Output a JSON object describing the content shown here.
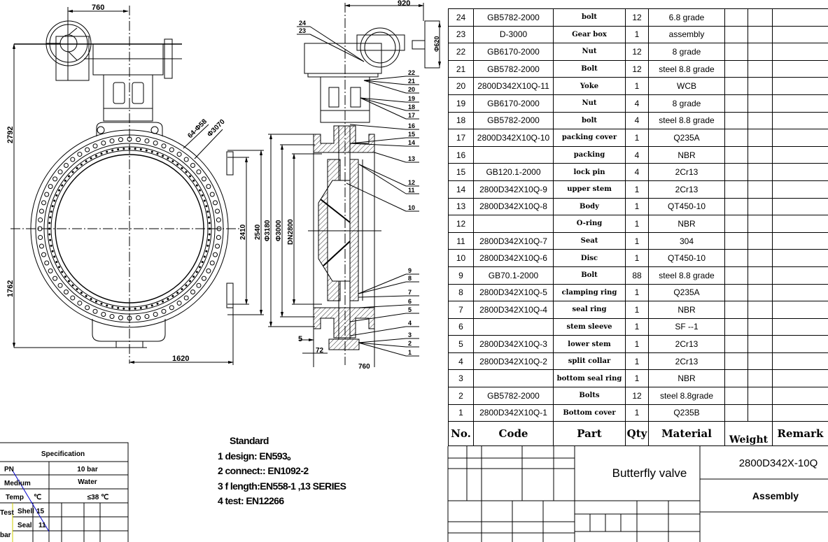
{
  "front_view": {
    "dims": {
      "top_width": "760",
      "height_upper": "2792",
      "height_lower": "1762",
      "half_width": "1620",
      "bolt_holes": "64-Φ58",
      "bolt_circle": "Φ3070",
      "lug_2410": "2410",
      "lug_2540": "2540"
    }
  },
  "side_view": {
    "dims": {
      "gear_width": "920",
      "handwheel": "Φ620",
      "flange_od": "Φ3180",
      "raised_face": "Φ3000",
      "bore": "DN2800",
      "gap": "5",
      "flange_thk": "72",
      "face_to_face": "760"
    },
    "balloons": [
      "24",
      "23",
      "22",
      "21",
      "20",
      "19",
      "18",
      "17",
      "16",
      "15",
      "14",
      "13",
      "12",
      "11",
      "10",
      "9",
      "8",
      "7",
      "6",
      "5",
      "4",
      "3",
      "2",
      "1"
    ]
  },
  "bom": {
    "rows": [
      [
        "24",
        "GB5782-2000",
        "bolt",
        "12",
        "6.8 grade"
      ],
      [
        "23",
        "D-3000",
        "Gear box",
        "1",
        "assembly"
      ],
      [
        "22",
        "GB6170-2000",
        "Nut",
        "12",
        "8  grade"
      ],
      [
        "21",
        "GB5782-2000",
        "Bolt",
        "12",
        "steel 8.8 grade"
      ],
      [
        "20",
        "2800D342X10Q-11",
        "Yoke",
        "1",
        "WCB"
      ],
      [
        "19",
        "GB6170-2000",
        "Nut",
        "4",
        "8  grade"
      ],
      [
        "18",
        "GB5782-2000",
        "bolt",
        "4",
        "steel 8.8 grade"
      ],
      [
        "17",
        "2800D342X10Q-10",
        "packing cover",
        "1",
        "Q235A"
      ],
      [
        "16",
        "",
        "packing",
        "4",
        "NBR"
      ],
      [
        "15",
        "GB120.1-2000",
        "lock pin",
        "4",
        "2Cr13"
      ],
      [
        "14",
        "2800D342X10Q-9",
        "upper stem",
        "1",
        "2Cr13"
      ],
      [
        "13",
        "2800D342X10Q-8",
        "Body",
        "1",
        "QT450-10"
      ],
      [
        "12",
        "",
        "O-ring",
        "1",
        "NBR"
      ],
      [
        "11",
        "2800D342X10Q-7",
        "Seat",
        "1",
        "304"
      ],
      [
        "10",
        "2800D342X10Q-6",
        "Disc",
        "1",
        "QT450-10"
      ],
      [
        "9",
        "GB70.1-2000",
        "Bolt",
        "88",
        "steel 8.8 grade"
      ],
      [
        "8",
        "2800D342X10Q-5",
        "clamping ring",
        "1",
        "Q235A"
      ],
      [
        "7",
        "2800D342X10Q-4",
        "seal ring",
        "1",
        "NBR"
      ],
      [
        "6",
        "",
        "stem sleeve",
        "1",
        "SF --1"
      ],
      [
        "5",
        "2800D342X10Q-3",
        "lower stem",
        "1",
        "2Cr13"
      ],
      [
        "4",
        "2800D342X10Q-2",
        "split collar",
        "1",
        "2Cr13"
      ],
      [
        "3",
        "",
        "bottom seal ring",
        "1",
        "NBR"
      ],
      [
        "2",
        "GB5782-2000",
        "Bolts",
        "12",
        "steel 8.8grade"
      ],
      [
        "1",
        "2800D342X10Q-1",
        "Bottom cover",
        "1",
        "Q235B"
      ]
    ],
    "headers": {
      "no": "No.",
      "code": "Code",
      "part": "Part",
      "qty": "Qty",
      "material": "Material",
      "weight": "Weight",
      "remark": "Remark"
    }
  },
  "title_block": {
    "name": "Butterfly valve",
    "drawing_no": "2800D342X-10Q",
    "type": "Assembly"
  },
  "standard": {
    "title": "Standard",
    "items": [
      "1 design: EN593。",
      "2 connect:: EN1092-2",
      "3 f length:EN558-1 ,13 SERIES",
      "4  test: EN12266"
    ]
  },
  "specification": {
    "title": "Specification",
    "pn_label": "PN",
    "pn_value": "10  bar",
    "medium_label": "Medium",
    "medium_value": "Water",
    "temp_label": "Temp",
    "temp_unit": "℃",
    "temp_value": "≤38  ℃",
    "test_label": "Test",
    "shell_label": "Shell",
    "shell_value": "15",
    "seal_label": "Seal",
    "seal_value": "11",
    "bar_label": "bar"
  }
}
